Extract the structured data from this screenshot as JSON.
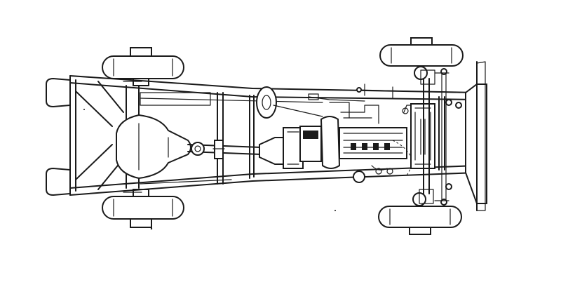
{
  "drawing": {
    "ink_color": "#1a1a1a",
    "paper_color": "#ffffff",
    "parts": {
      "wheels": [
        "rear-left-wheel",
        "rear-right-wheel",
        "front-left-wheel",
        "front-right-wheel"
      ],
      "assemblies": [
        "chassis-frame",
        "rear-axle",
        "differential",
        "propeller-shaft",
        "gearbox",
        "engine",
        "radiator",
        "steering-wheel",
        "front-axle",
        "front-bumper",
        "rear-spring-hangers"
      ]
    }
  }
}
